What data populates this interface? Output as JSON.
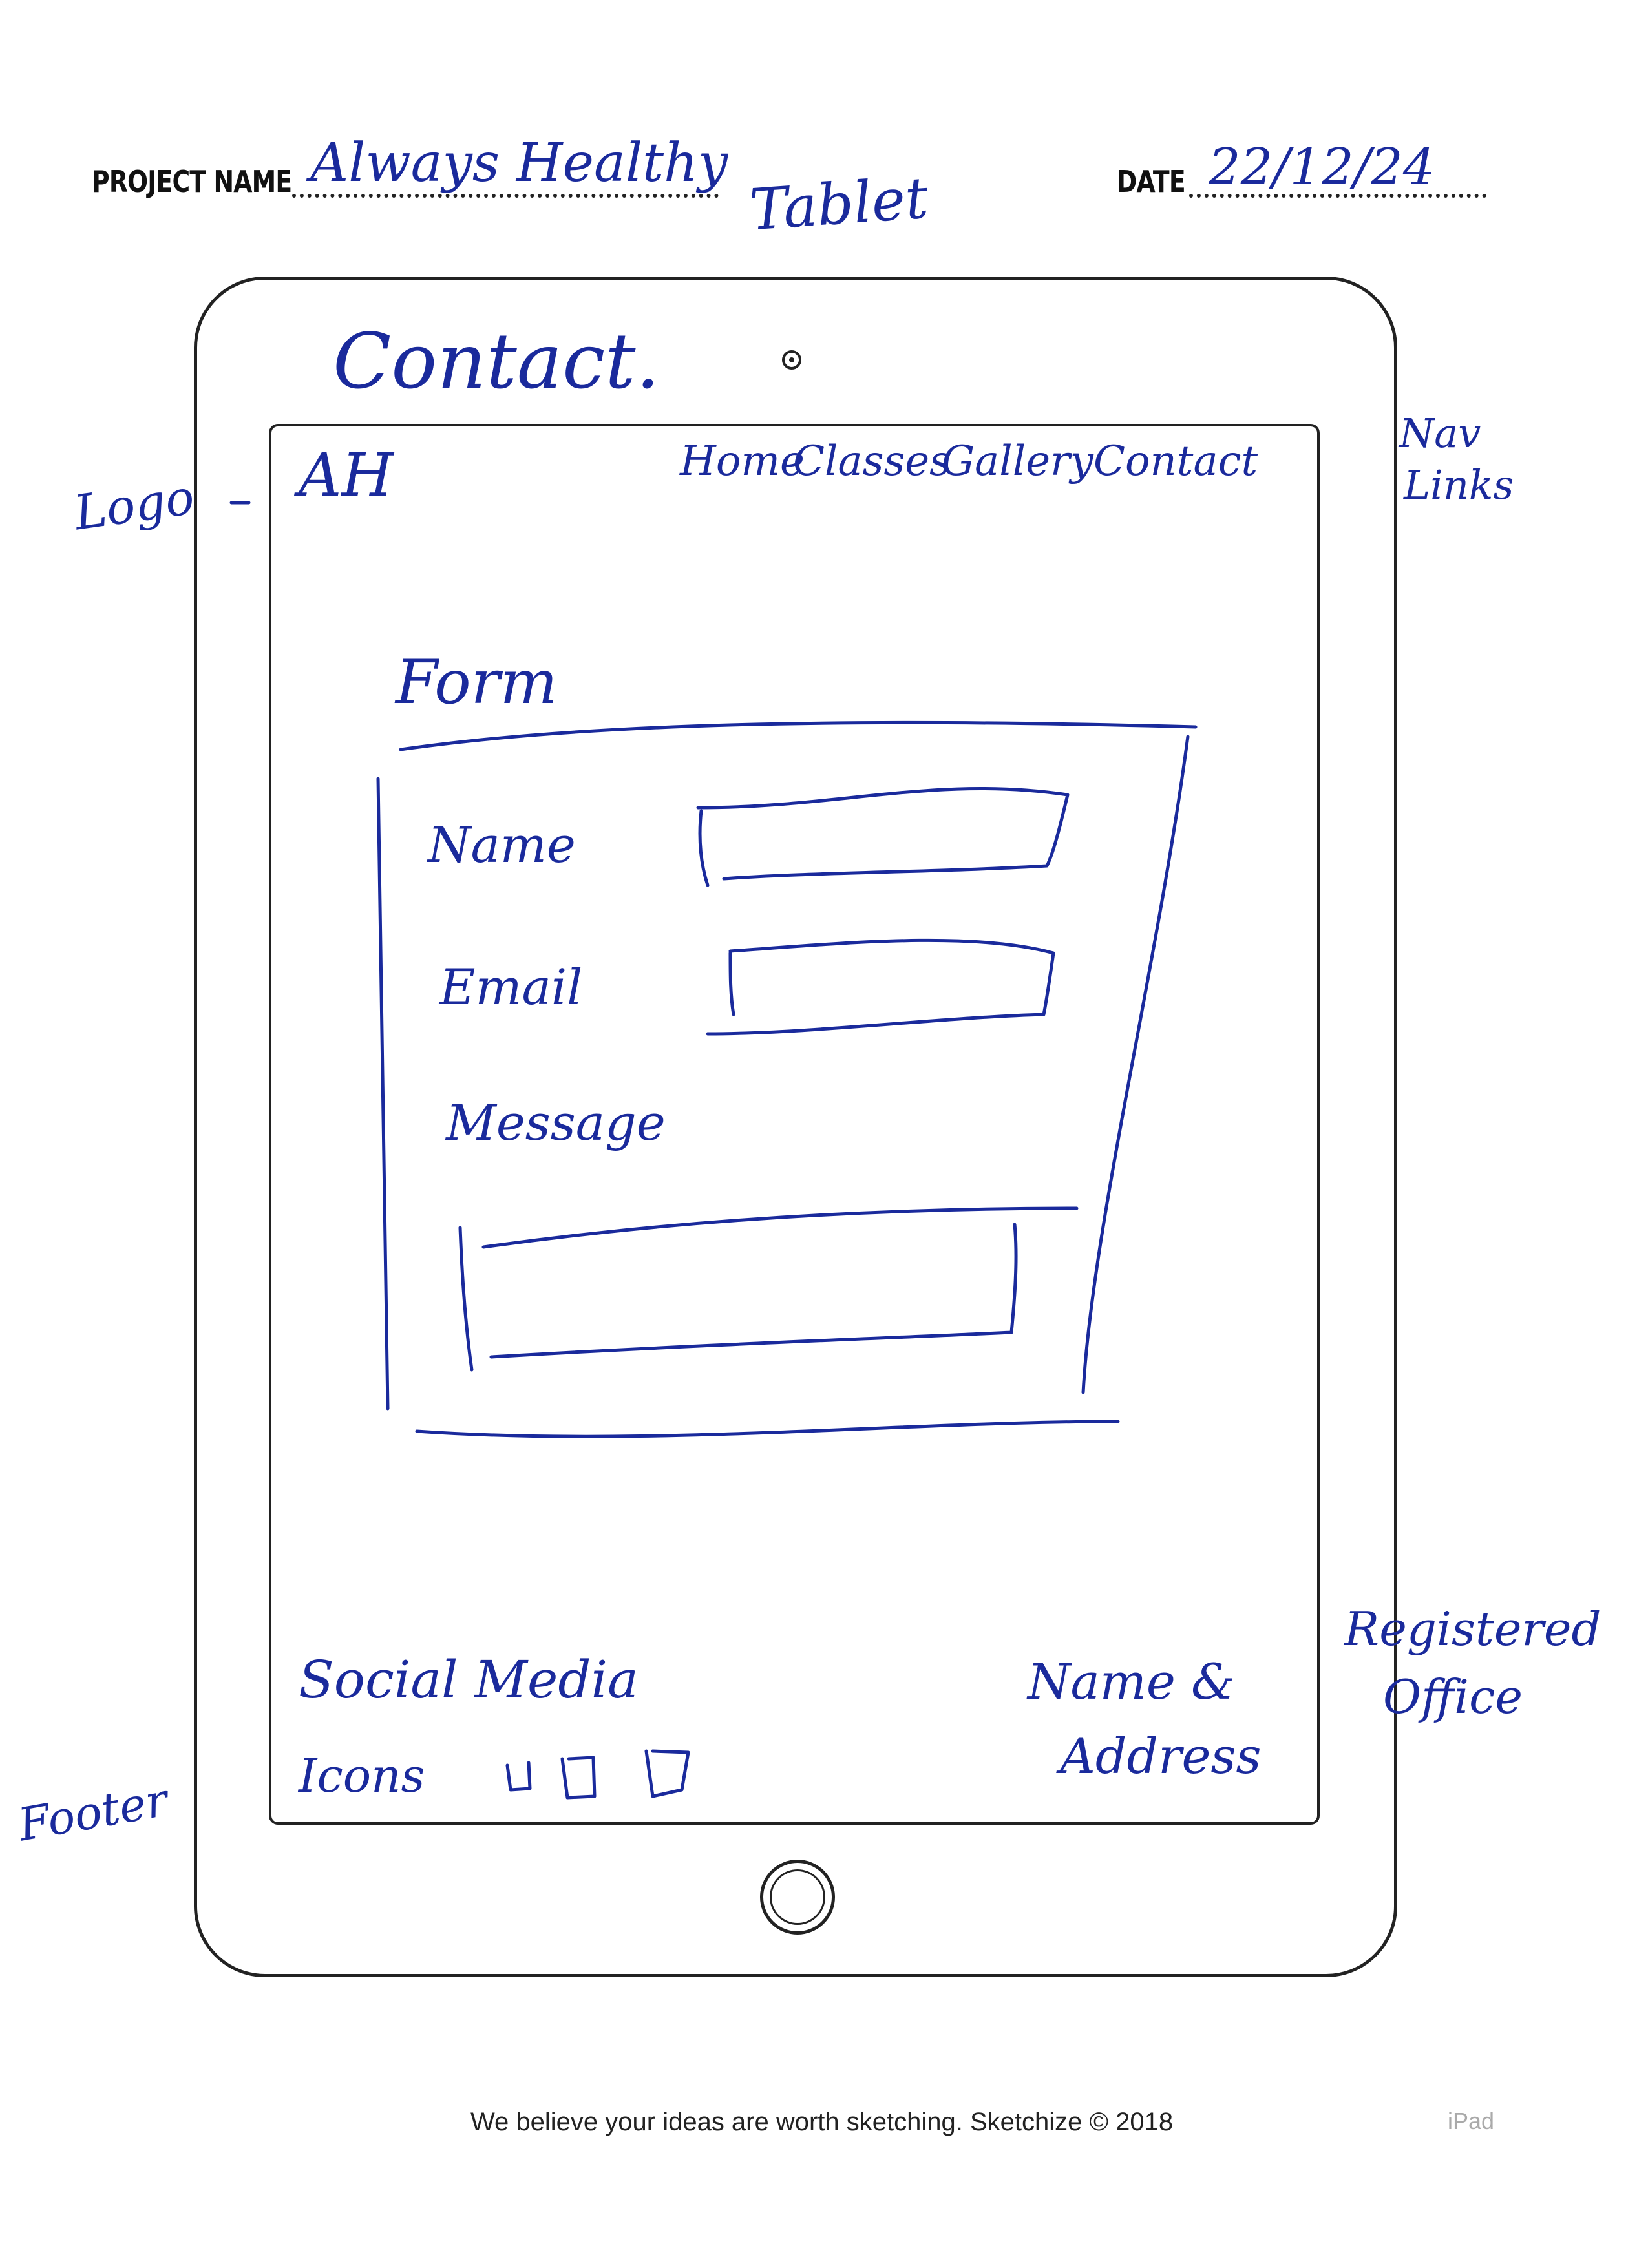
{
  "header": {
    "project_label": "PROJECT NAME",
    "project_value": "Always Healthy",
    "project_subtitle": "Tablet",
    "date_label": "DATE",
    "date_value": "22/12/24"
  },
  "sketch": {
    "page_title": "Contact.",
    "logo_text": "AH",
    "nav_links": [
      "Home",
      "Classes",
      "Gallery",
      "Contact"
    ],
    "form_heading": "Form",
    "form_fields": {
      "name_label": "Name",
      "email_label": "Email",
      "message_label": "Message"
    },
    "footer_social_line1": "Social Media",
    "footer_social_line2": "Icons",
    "footer_address_line1": "Name &",
    "footer_address_line2": "Address"
  },
  "annotations": {
    "logo": "Logo",
    "nav_line1": "Nav",
    "nav_line2": "Links",
    "office_line1": "Registered",
    "office_line2": "Office",
    "footer": "Footer"
  },
  "page_footer": {
    "tagline": "We believe your ideas are worth sketching. Sketchize © 2018",
    "device": "iPad"
  },
  "colors": {
    "ink": "#1a2a9c",
    "print": "#222222"
  }
}
